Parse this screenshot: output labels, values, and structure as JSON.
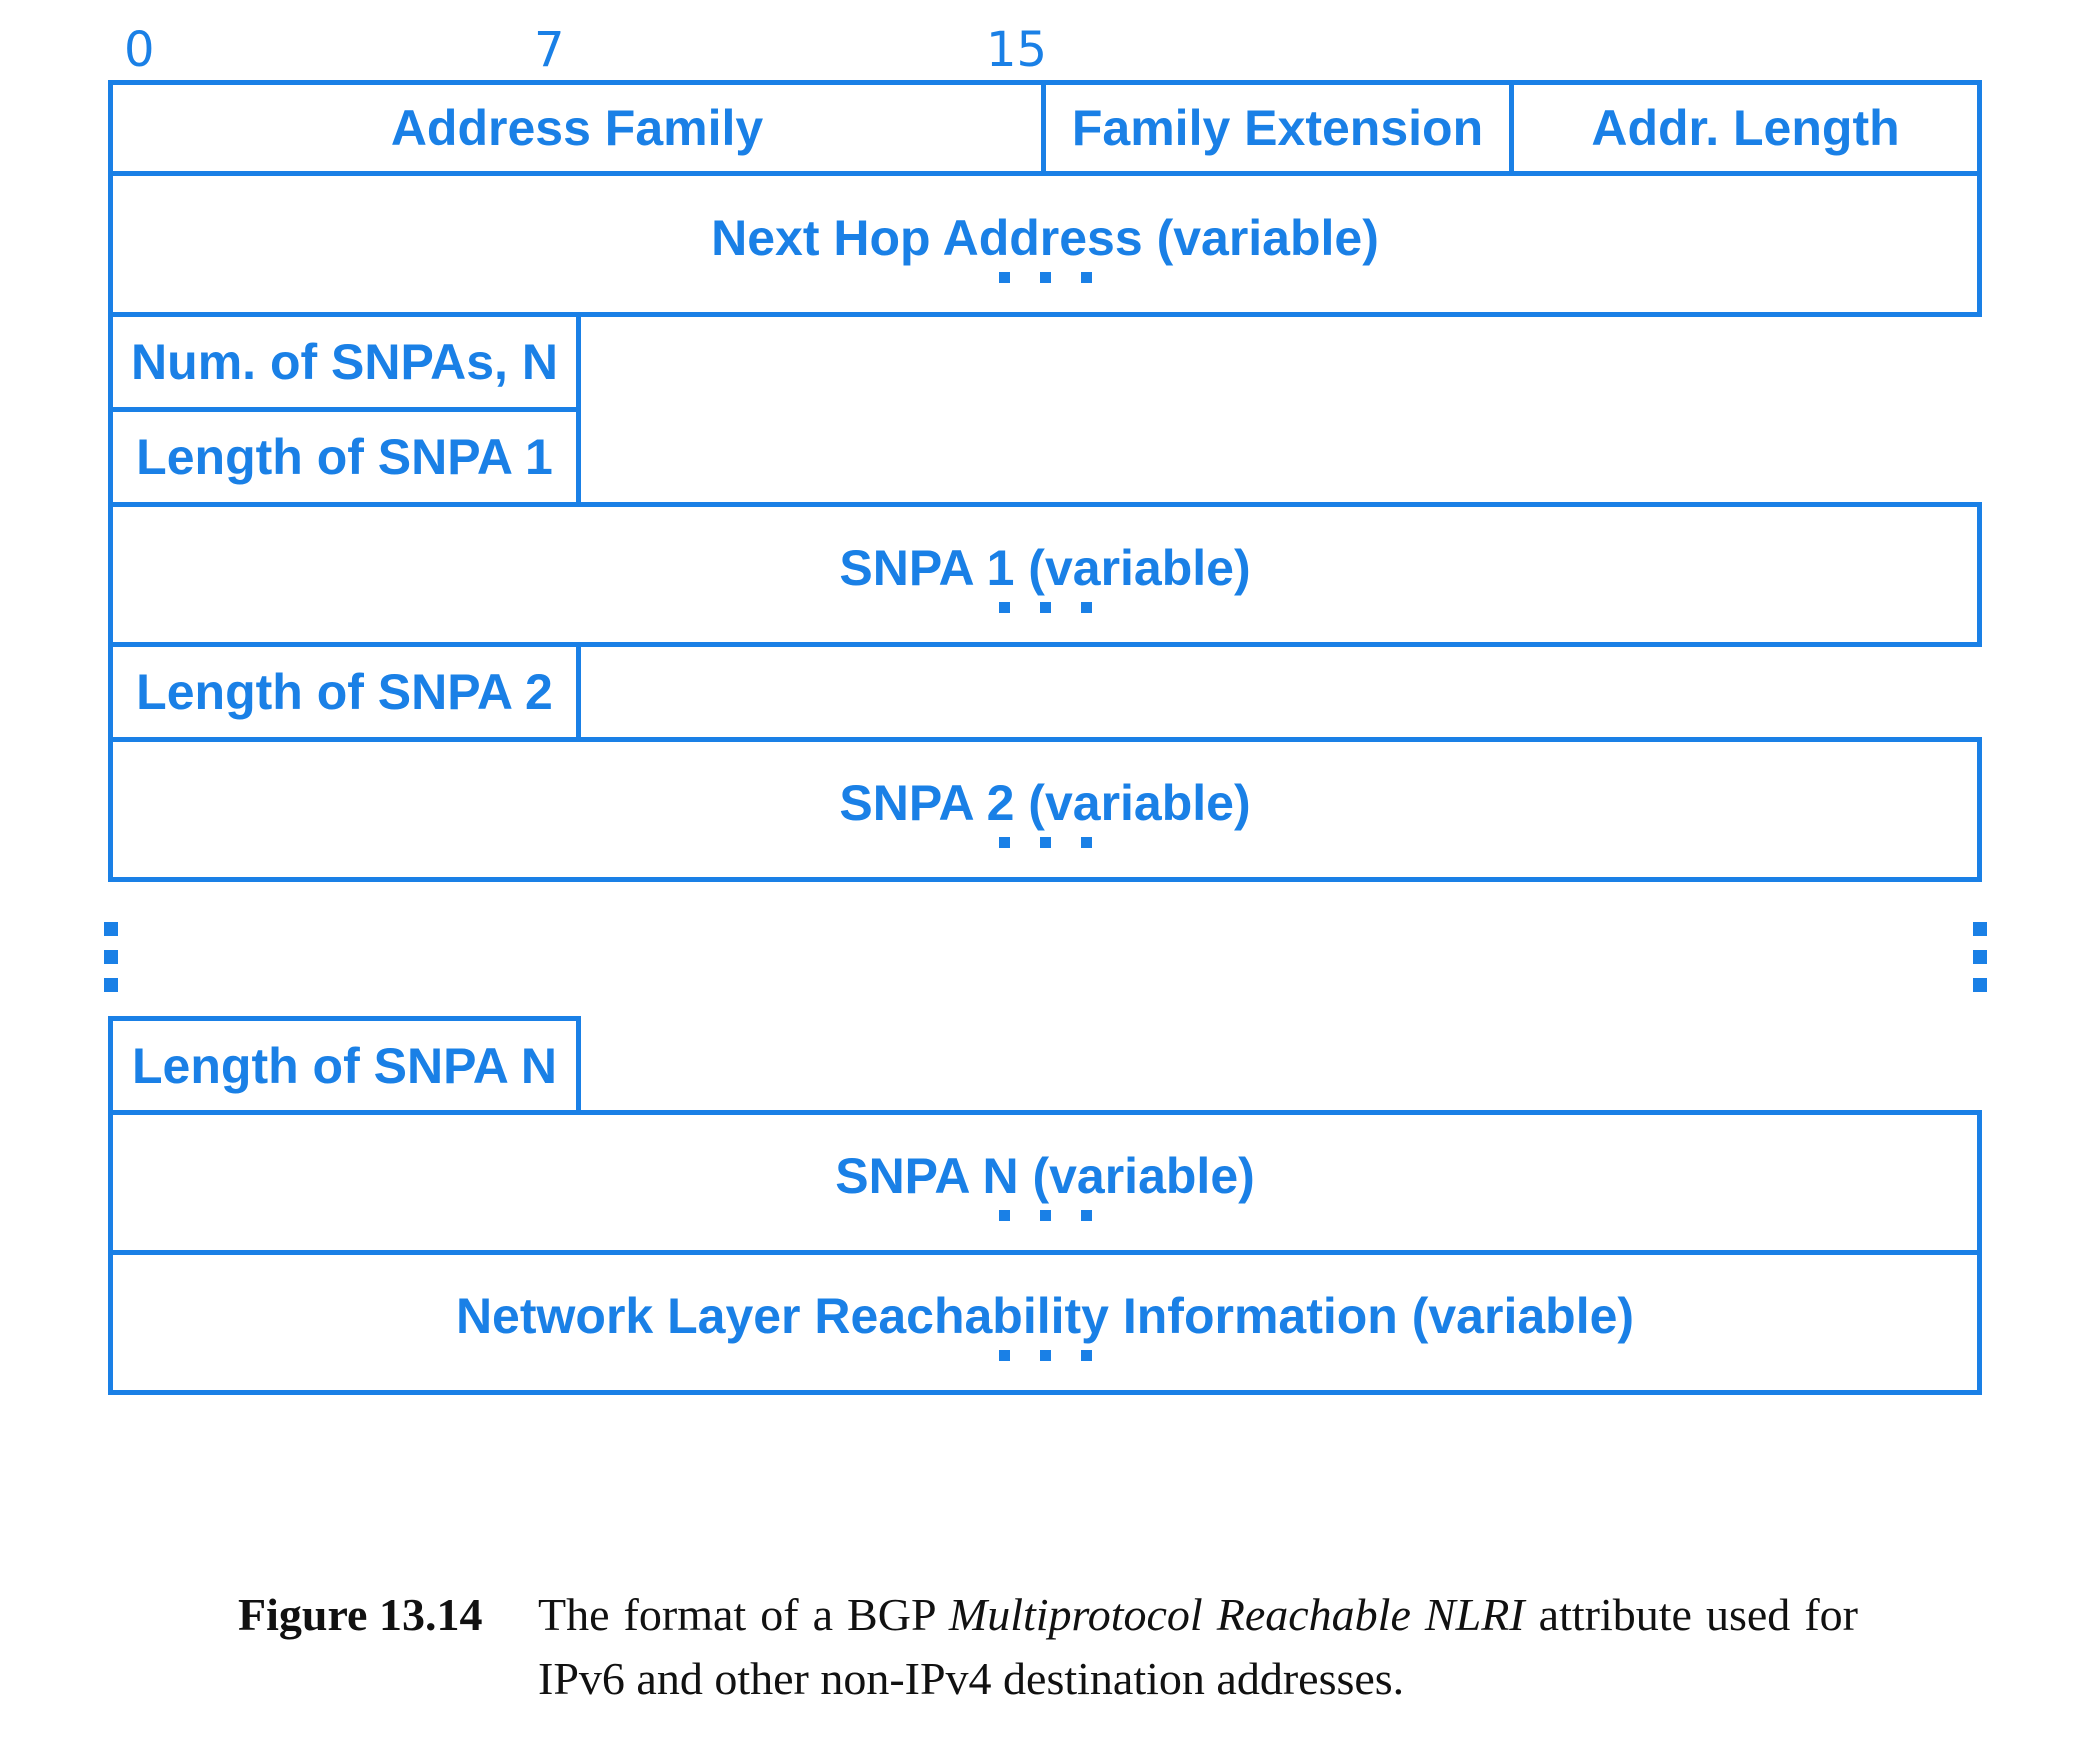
{
  "ruler": {
    "tick_0": "0",
    "tick_7": "7",
    "tick_15": "15"
  },
  "fields": {
    "address_family": "Address Family",
    "family_extension": "Family Extension",
    "addr_length": "Addr. Length",
    "next_hop_address": "Next Hop Address (variable)",
    "num_snpas": "Num. of SNPAs, N",
    "length_snpa_1": "Length of SNPA 1",
    "snpa_1": "SNPA 1 (variable)",
    "length_snpa_2": "Length of SNPA 2",
    "snpa_2": "SNPA 2 (variable)",
    "length_snpa_n": "Length of SNPA N",
    "snpa_n": "SNPA N (variable)",
    "nlri": "Network Layer Reachability Information (variable)"
  },
  "caption": {
    "figure_number": "Figure 13.14",
    "text_before": "The format of a BGP ",
    "text_italic": "Multiprotocol Reachable NLRI",
    "text_after": " attribute used for IPv6 and other non-IPv4 destination addresses."
  },
  "colors": {
    "diagram": "#1a80e6",
    "caption": "#111111"
  }
}
